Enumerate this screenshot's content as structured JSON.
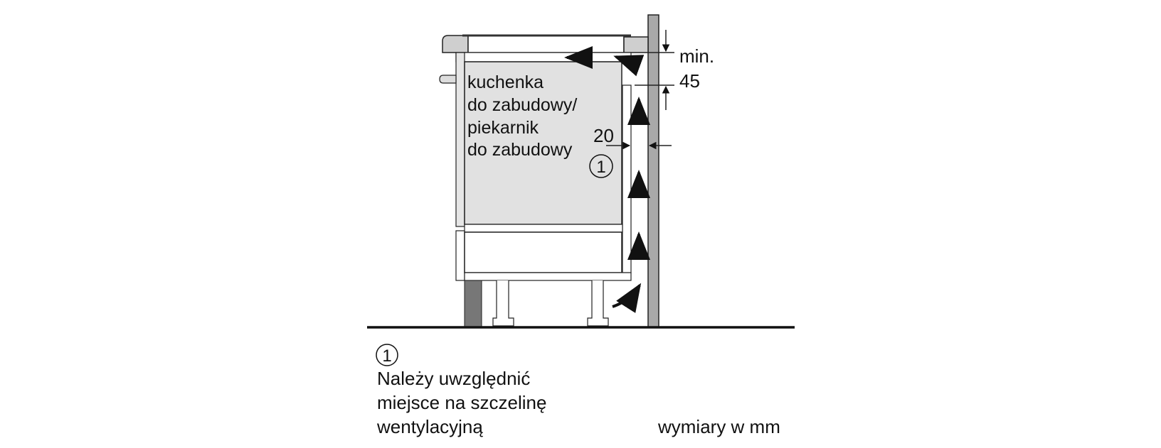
{
  "appliance_label": [
    "kuchenka",
    "do zabudowy/",
    "piekarnik",
    "do zabudowy"
  ],
  "callout_marker": "1",
  "dimensions": {
    "top_gap_prefix": "min.",
    "top_gap_value": "45",
    "rear_gap_value": "20"
  },
  "footnote": {
    "marker": "1",
    "lines": [
      "Należy uwzględnić",
      "miejsce na szczelinę",
      "wentylacyjną"
    ]
  },
  "units_note": "wymiary w mm",
  "colors": {
    "wall": "#a9a9a9",
    "appliance": "#e1e1e1",
    "countertop": "#cfcfcf",
    "plinth": "#777777"
  }
}
